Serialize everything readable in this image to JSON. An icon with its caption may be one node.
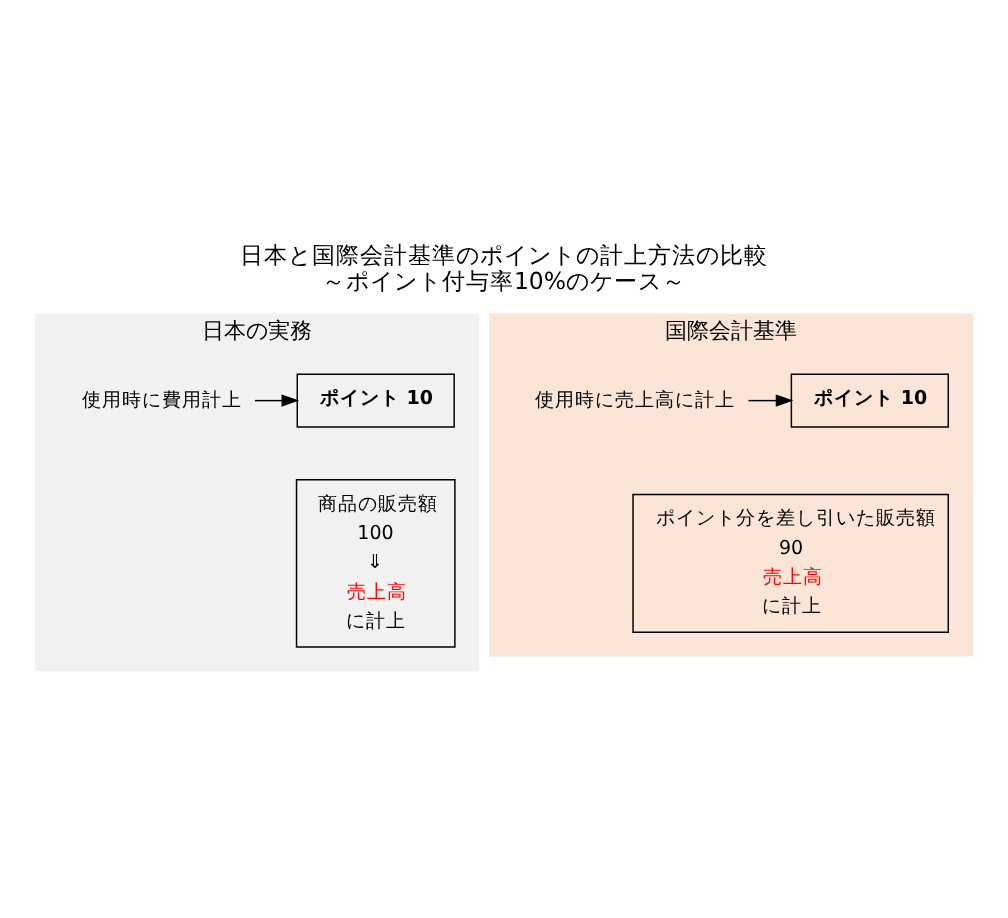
{
  "diagram": {
    "title": "日本と国際会計基準のポイントの計上方法の比較",
    "caption": "～ポイント付与率10%のケース～",
    "nodes": [
      {
        "text": [
          "日本の実務"
        ]
      },
      {
        "text": [
          "ポイント 10"
        ],
        "in": 0
      },
      {
        "text": [
          "使用時に費用計上"
        ],
        "in": 0
      },
      {
        "text": [
          "商品の販売額",
          "100",
          "⇓",
          "売上高",
          "に計上"
        ],
        "in": 0
      },
      {
        "text": [
          "国際会計基準"
        ]
      },
      {
        "text": [
          "ポイント 10"
        ],
        "in": 4
      },
      {
        "text": [
          "使用時に売上高に計上"
        ],
        "in": 4
      },
      {
        "text": [
          "ポイント分を差し引いた販売額",
          "90",
          "売上高",
          "に計上"
        ],
        "in": 4
      }
    ],
    "edges": [
      {
        "from": 2,
        "to": 1,
        "arrow": "to"
      },
      {
        "from": 6,
        "to": 5,
        "arrow": "to"
      }
    ]
  }
}
